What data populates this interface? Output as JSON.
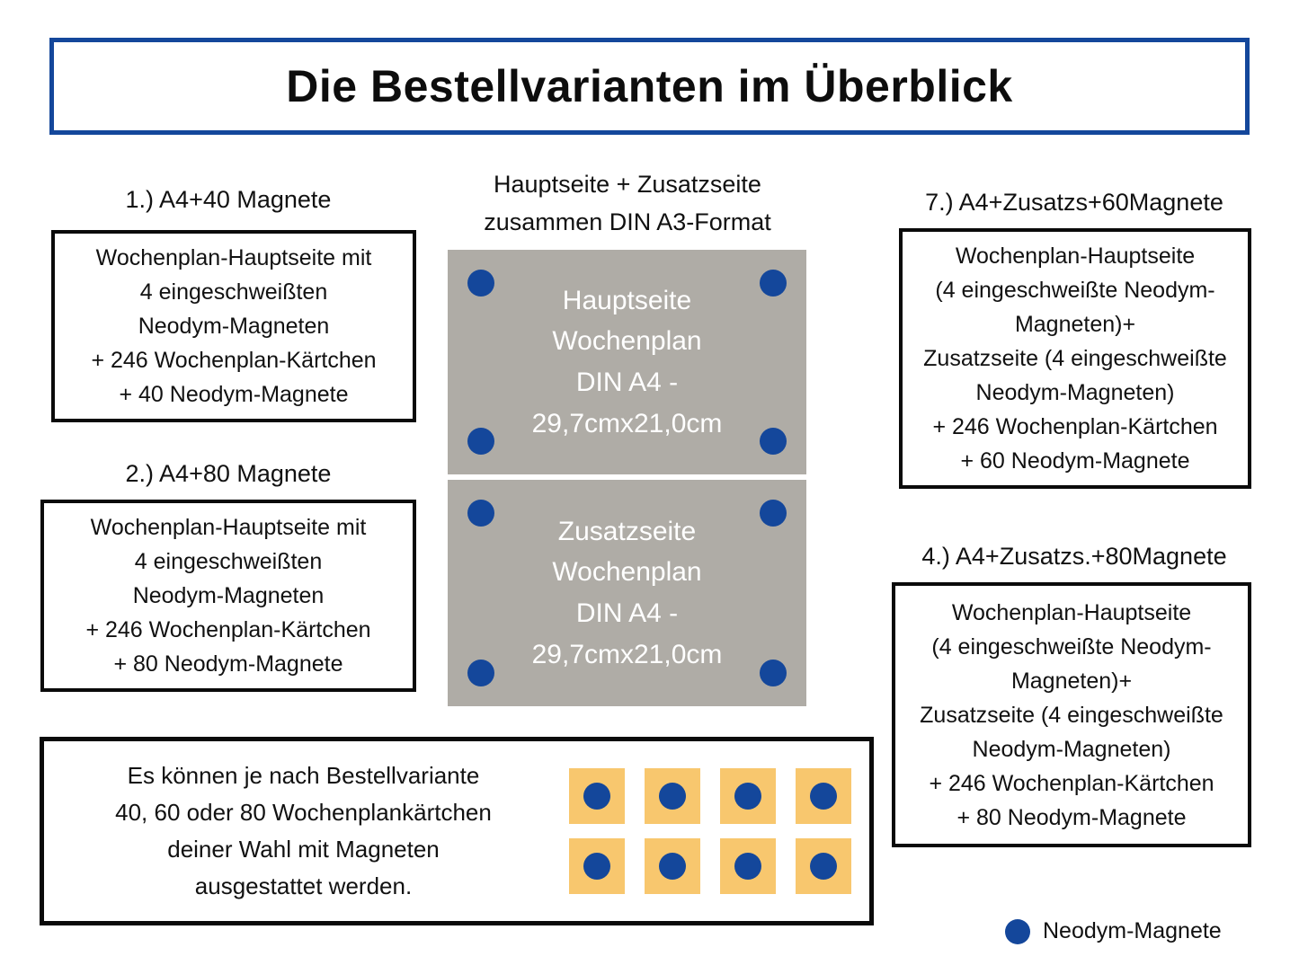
{
  "title": "Die Bestellvarianten im Überblick",
  "colors": {
    "accent_blue": "#14479B",
    "panel_gray": "#AFACA6",
    "card_orange": "#F8C76E",
    "box_border": "#0A0A0A",
    "background": "#FFFFFF"
  },
  "center": {
    "heading_line1": "Hauptseite + Zusatzseite",
    "heading_line2": "zusammen DIN A3-Format",
    "pages": [
      {
        "name": "hauptseite",
        "lines": [
          "Hauptseite",
          "Wochenplan",
          "DIN A4 -",
          "29,7cmx21,0cm"
        ],
        "magnet_count": 4
      },
      {
        "name": "zusatzseite",
        "lines": [
          "Zusatzseite",
          "Wochenplan",
          "DIN A4 -",
          "29,7cmx21,0cm"
        ],
        "magnet_count": 4
      }
    ]
  },
  "variants": [
    {
      "id": "variant-1",
      "heading": "1.) A4+40 Magnete",
      "lines": [
        "Wochenplan-Hauptseite mit",
        "4 eingeschweißten",
        "Neodym-Magneten",
        "+ 246 Wochenplan-Kärtchen",
        "+ 40 Neodym-Magnete"
      ]
    },
    {
      "id": "variant-2",
      "heading": "2.) A4+80 Magnete",
      "lines": [
        "Wochenplan-Hauptseite mit",
        "4 eingeschweißten",
        "Neodym-Magneten",
        "+ 246 Wochenplan-Kärtchen",
        "+ 80 Neodym-Magnete"
      ]
    },
    {
      "id": "variant-7",
      "heading": "7.) A4+Zusatzs+60Magnete",
      "lines": [
        "Wochenplan-Hauptseite",
        "(4 eingeschweißte Neodym-",
        "Magneten)+",
        "Zusatzseite (4 eingeschweißte",
        "Neodym-Magneten)",
        "+ 246 Wochenplan-Kärtchen",
        "+ 60 Neodym-Magnete"
      ]
    },
    {
      "id": "variant-4",
      "heading": "4.) A4+Zusatzs.+80Magnete",
      "lines": [
        "Wochenplan-Hauptseite",
        "(4 eingeschweißte Neodym-",
        "Magneten)+",
        "Zusatzseite (4 eingeschweißte",
        "Neodym-Magneten)",
        "+ 246 Wochenplan-Kärtchen",
        "+ 80 Neodym-Magnete"
      ]
    }
  ],
  "note": {
    "lines": [
      "Es können je nach Bestellvariante",
      "40, 60 oder 80 Wochenplankärtchen",
      "deiner Wahl mit Magneten",
      "ausgestattet werden."
    ],
    "card_count": 8
  },
  "legend": {
    "label": "Neodym-Magnete"
  }
}
